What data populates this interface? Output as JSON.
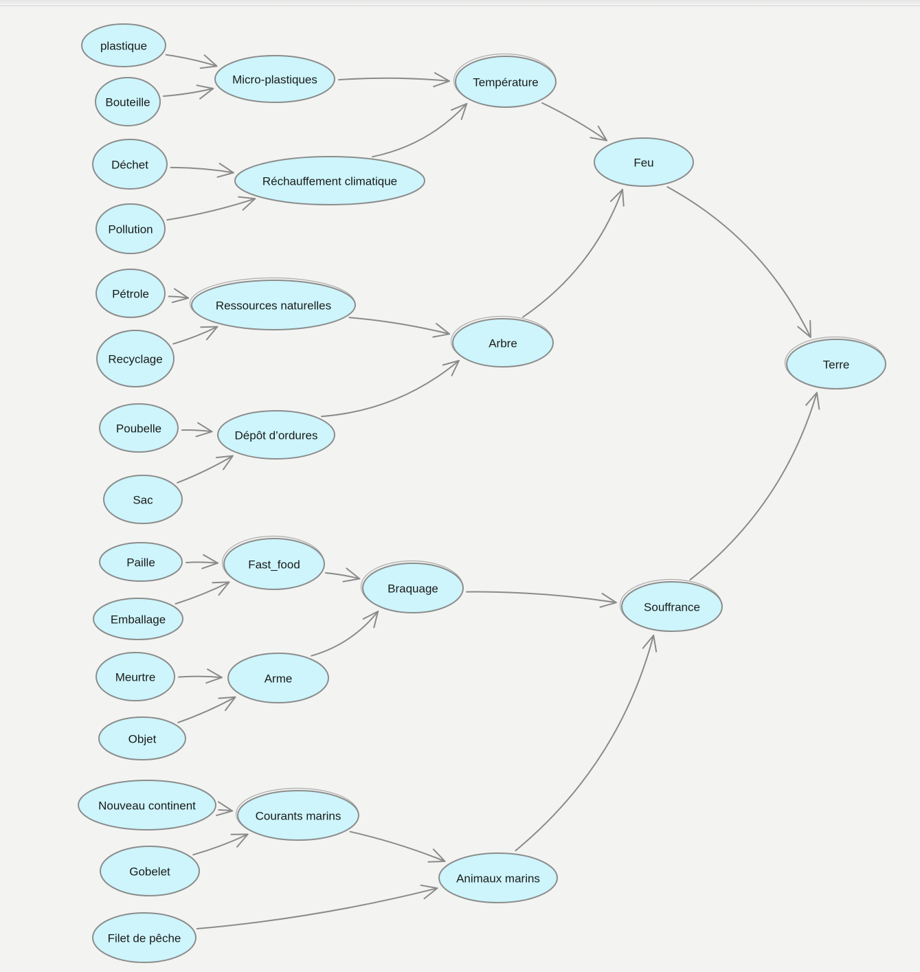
{
  "nodes": {
    "plastique": "plastique",
    "bouteille": "Bouteille",
    "microplastiques": "Micro-plastiques",
    "temperature": "Température",
    "dechet": "Déchet",
    "pollution": "Pollution",
    "rechauffement": "Réchauffement climatique",
    "feu": "Feu",
    "petrole": "Pétrole",
    "recyclage": "Recyclage",
    "ressources": "Ressources naturelles",
    "arbre": "Arbre",
    "terre": "Terre",
    "poubelle": "Poubelle",
    "sac": "Sac",
    "depot": "Dépôt d’ordures",
    "paille": "Paille",
    "emballage": "Emballage",
    "fastfood": "Fast_food",
    "braquage": "Braquage",
    "souffrance": "Souffrance",
    "meurtre": "Meurtre",
    "objet": "Objet",
    "arme": "Arme",
    "nouveau": "Nouveau continent",
    "gobelet": "Gobelet",
    "courants": "Courants marins",
    "filet": "Filet de pêche",
    "animaux": "Animaux marins"
  },
  "edges": [
    [
      "plastique",
      "microplastiques"
    ],
    [
      "bouteille",
      "microplastiques"
    ],
    [
      "microplastiques",
      "temperature"
    ],
    [
      "dechet",
      "rechauffement"
    ],
    [
      "pollution",
      "rechauffement"
    ],
    [
      "rechauffement",
      "temperature"
    ],
    [
      "temperature",
      "feu"
    ],
    [
      "feu",
      "terre"
    ],
    [
      "petrole",
      "ressources"
    ],
    [
      "recyclage",
      "ressources"
    ],
    [
      "ressources",
      "arbre"
    ],
    [
      "arbre",
      "feu"
    ],
    [
      "poubelle",
      "depot"
    ],
    [
      "sac",
      "depot"
    ],
    [
      "depot",
      "arbre"
    ],
    [
      "paille",
      "fastfood"
    ],
    [
      "emballage",
      "fastfood"
    ],
    [
      "fastfood",
      "braquage"
    ],
    [
      "braquage",
      "souffrance"
    ],
    [
      "meurtre",
      "arme"
    ],
    [
      "objet",
      "arme"
    ],
    [
      "arme",
      "braquage"
    ],
    [
      "souffrance",
      "terre"
    ],
    [
      "nouveau",
      "courants"
    ],
    [
      "gobelet",
      "courants"
    ],
    [
      "courants",
      "animaux"
    ],
    [
      "filet",
      "animaux"
    ],
    [
      "animaux",
      "souffrance"
    ]
  ],
  "colors": {
    "node_fill": "#cdf5fb",
    "node_stroke": "#8c8c8c",
    "edge": "#8a8a8a"
  }
}
